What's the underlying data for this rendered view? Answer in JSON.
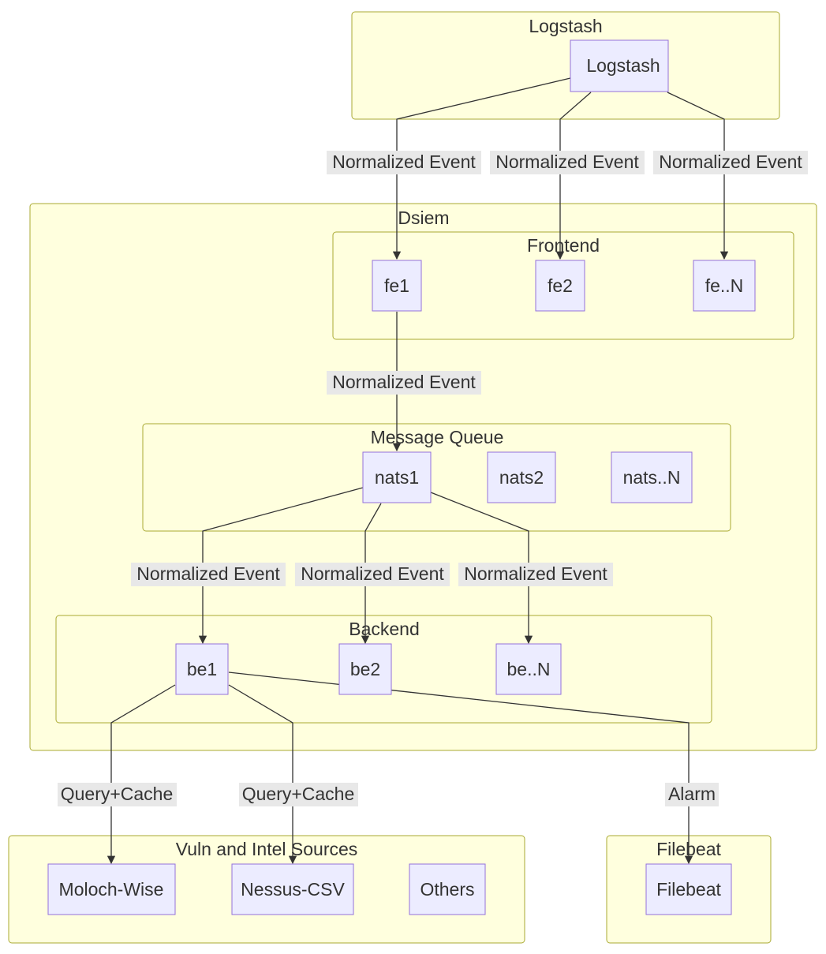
{
  "clusters": {
    "logstash": "Logstash",
    "dsiem": "Dsiem",
    "frontend": "Frontend",
    "message_queue": "Message Queue",
    "backend": "Backend",
    "vuln_intel": "Vuln and Intel Sources",
    "filebeat": "Filebeat"
  },
  "nodes": {
    "logstash": "Logstash",
    "fe1": "fe1",
    "fe2": "fe2",
    "feN": "fe..N",
    "nats1": "nats1",
    "nats2": "nats2",
    "natsN": "nats..N",
    "be1": "be1",
    "be2": "be2",
    "beN": "be..N",
    "moloch": "Moloch-Wise",
    "nessus": "Nessus-CSV",
    "others": "Others",
    "filebeat": "Filebeat"
  },
  "edges": {
    "logstash_fe1": "Normalized Event",
    "logstash_fe2": "Normalized Event",
    "logstash_feN": "Normalized Event",
    "fe1_nats1": "Normalized Event",
    "nats1_be1": "Normalized Event",
    "nats1_be2": "Normalized Event",
    "nats1_beN": "Normalized Event",
    "be1_moloch": "Query+Cache",
    "be1_nessus": "Query+Cache",
    "be1_filebeat": "Alarm"
  },
  "colors": {
    "cluster_fill": "#ffffde",
    "cluster_stroke": "#aaaa33",
    "node_fill": "#ececff",
    "node_stroke": "#9370db",
    "edge": "#333333",
    "edge_label_bg": "#e8e8e8"
  }
}
